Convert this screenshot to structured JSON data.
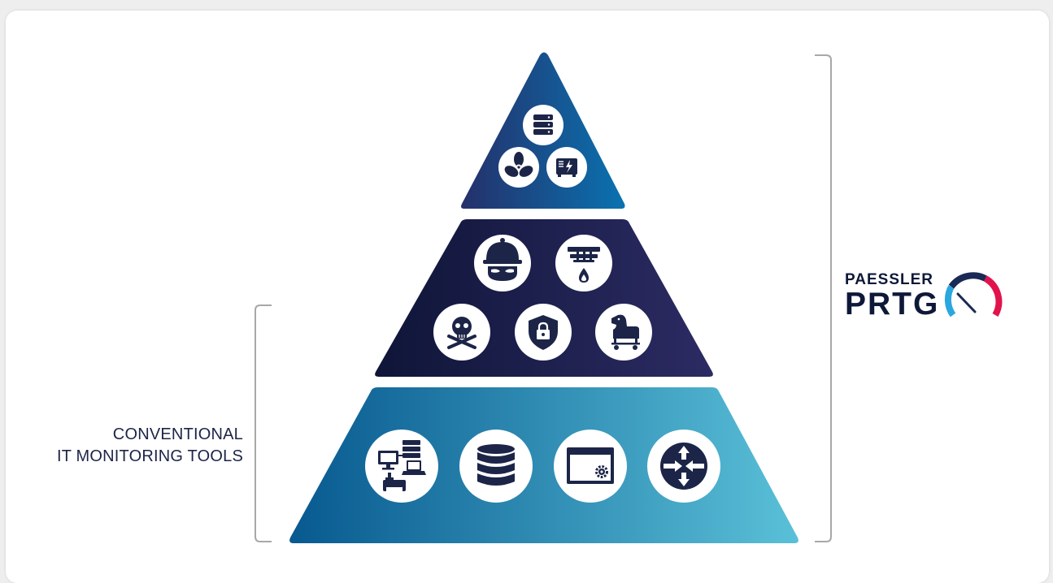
{
  "labels": {
    "conventional_line1": "CONVENTIONAL",
    "conventional_line2": "IT MONITORING TOOLS"
  },
  "logo": {
    "brand": "PAESSLER",
    "product": "PRTG",
    "gauge_colors": [
      "#2aa7df",
      "#1a2a55",
      "#e2134c"
    ]
  },
  "tiers": {
    "top": {
      "gradient": [
        "#24306a",
        "#0a72b0"
      ],
      "icons": [
        "server-icon",
        "fan-icon",
        "power-supply-icon"
      ]
    },
    "middle": {
      "gradient": [
        "#0f1538",
        "#2c2b63"
      ],
      "icons": [
        "burglar-icon",
        "smoke-detector-icon",
        "skull-crossbones-icon",
        "security-shield-icon",
        "trojan-horse-icon"
      ]
    },
    "bottom": {
      "gradient": [
        "#07598f",
        "#5ac0d8"
      ],
      "icons": [
        "network-devices-icon",
        "database-icon",
        "application-window-icon",
        "router-icon"
      ]
    }
  },
  "colors": {
    "icon_dark": "#1c2548",
    "bracket": "#a8a8a8"
  }
}
